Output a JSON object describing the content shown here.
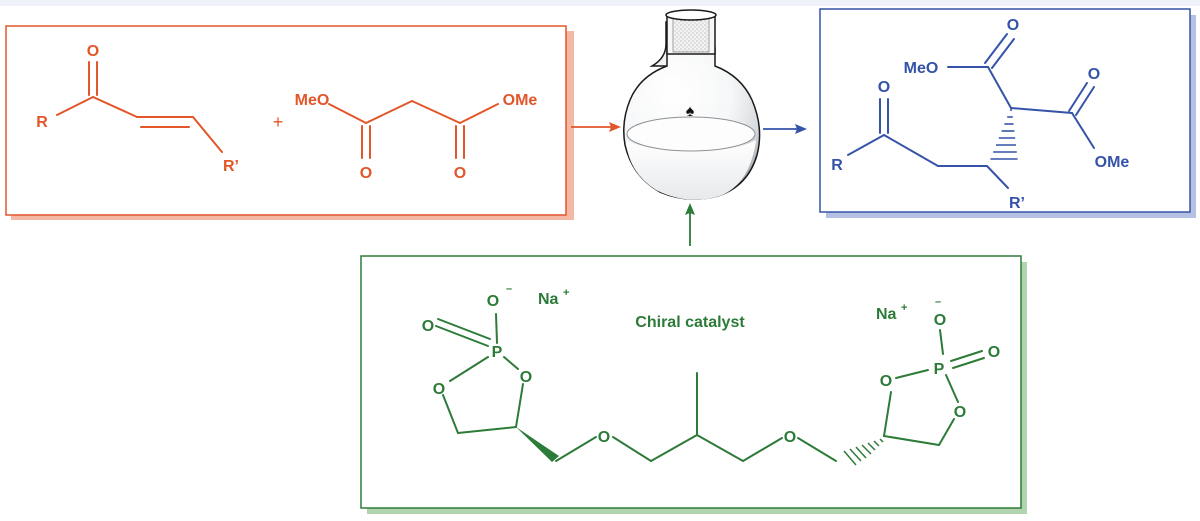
{
  "scheme": {
    "colors": {
      "reactant": "#e2562a",
      "product": "#3553a8",
      "catalyst": "#2d7b38",
      "reactant_shadow": "#f4b9a5",
      "product_shadow": "#b4c1e2",
      "catalyst_shadow": "#b2d3b0",
      "top_band": "#eef1f7"
    },
    "reactants": {
      "enone": {
        "atoms": {
          "carbonyl_o": "O",
          "r": "R",
          "r_prime": "R’"
        }
      },
      "plus": "+",
      "malonate": {
        "atoms": {
          "meo": "MeO",
          "ome": "OMe",
          "o_left": "O",
          "o_right": "O"
        }
      }
    },
    "flask": {
      "symbol": "♠",
      "icon": "round-bottom-flask-icon"
    },
    "product": {
      "atoms": {
        "r": "R",
        "ketone_o": "O",
        "meo": "MeO",
        "ester_o_top": "O",
        "ester_o_right": "O",
        "ome": "OMe",
        "r_prime": "R’"
      }
    },
    "catalyst": {
      "title": "Chiral catalyst",
      "atoms": {
        "na_left": "Na",
        "na_right": "Na",
        "charge_plus": "+",
        "charge_minus": "–",
        "p_left": "P",
        "p_right": "P",
        "o_minus_left": "O",
        "o_double_left": "O",
        "o_ring1_left": "O",
        "o_ring2_left": "O",
        "o_minus_right": "O",
        "o_double_right": "O",
        "o_ring1_right": "O",
        "o_ring2_right": "O",
        "o_ether_left": "O",
        "o_ether_right": "O"
      }
    }
  }
}
